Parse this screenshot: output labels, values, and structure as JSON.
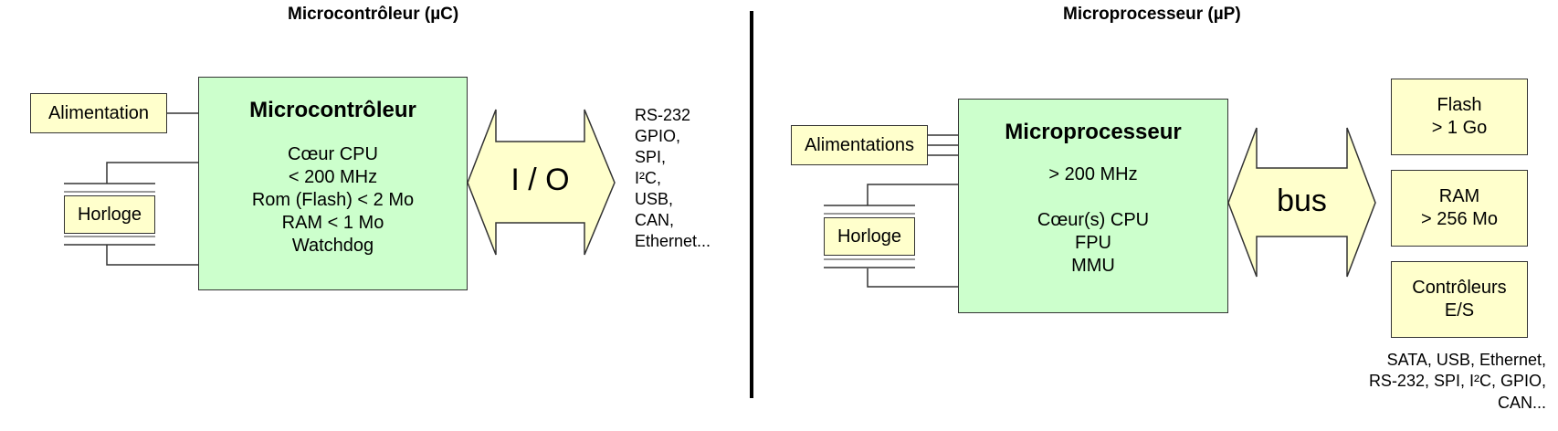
{
  "left": {
    "title": "Microcontrôleur (µC)",
    "power_label": "Alimentation",
    "clock_label": "Horloge",
    "chip": {
      "title": "Microcontrôleur",
      "lines": [
        "Cœur CPU",
        "<  200 MHz",
        "Rom (Flash) < 2 Mo",
        "RAM <  1 Mo",
        "Watchdog"
      ]
    },
    "io_label": "I / O",
    "interfaces": [
      "RS-232",
      "GPIO,",
      "SPI,",
      "I²C,",
      "USB,",
      "CAN,",
      "Ethernet..."
    ]
  },
  "right": {
    "title": "Microprocesseur (µP)",
    "power_label": "Alimentations",
    "clock_label": "Horloge",
    "chip": {
      "title": "Microprocesseur",
      "lines": [
        ">  200 MHz",
        "",
        "Cœur(s) CPU",
        "FPU",
        "MMU"
      ]
    },
    "bus_label": "bus",
    "flash": [
      "Flash",
      "> 1 Go"
    ],
    "ram": [
      "RAM",
      "> 256 Mo"
    ],
    "controllers": [
      "Contrôleurs",
      "E/S"
    ],
    "interfaces": [
      "SATA, USB, Ethernet,",
      "RS-232, SPI, I²C, GPIO,",
      "CAN..."
    ]
  },
  "colors": {
    "yellow_fill": "#ffffcc",
    "green_fill": "#ccffcc",
    "line": "#333333"
  }
}
